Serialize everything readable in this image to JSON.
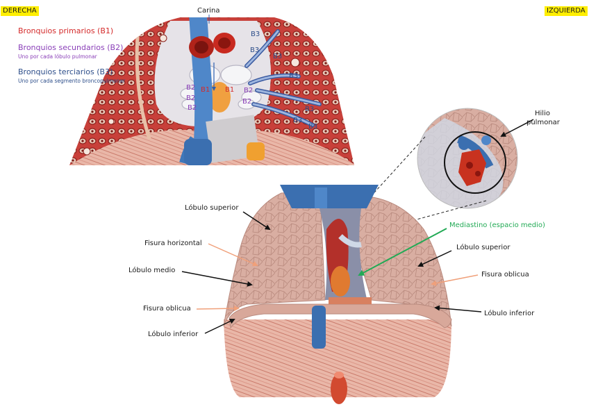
{
  "corner_tags": {
    "left": "DERECHA",
    "right": "IZQUIERDA"
  },
  "top_figure": {
    "carina_label": "Carina",
    "legend": {
      "b1_title": "Bronquios primarios (B1)",
      "b2_title": "Bronquios secundarios (B2)",
      "b2_sub": "Uno por cada lóbulo pulmonar",
      "b3_title": "Bronquios terciarios (B3)",
      "b3_sub": "Uno por cada segmento broncopulmonar"
    },
    "bronchi_labels": {
      "b1": "B1",
      "b2": "B2",
      "b3": "B3"
    }
  },
  "main_figure": {
    "right_lung": {
      "superior": "Lóbulo superior",
      "horizontal_fissure": "Fisura horizontal",
      "middle": "Lóbulo medio",
      "oblique_fissure": "Fisura oblicua",
      "inferior": "Lóbulo inferior"
    },
    "left_lung": {
      "superior": "Lóbulo superior",
      "oblique_fissure": "Fisura oblicua",
      "inferior": "Lóbulo inferior"
    },
    "mediastinum": "Mediastino (espacio medio)",
    "hilum_line1": "Hilio",
    "hilum_line2": "pulmonar"
  },
  "colors": {
    "tag_bg": "#ffee00",
    "b1": "#d42a2a",
    "b2": "#8a3fb8",
    "b3": "#2d4e8a",
    "mediastinum": "#22aa55",
    "fissure_arrow": "#f0a07a"
  }
}
